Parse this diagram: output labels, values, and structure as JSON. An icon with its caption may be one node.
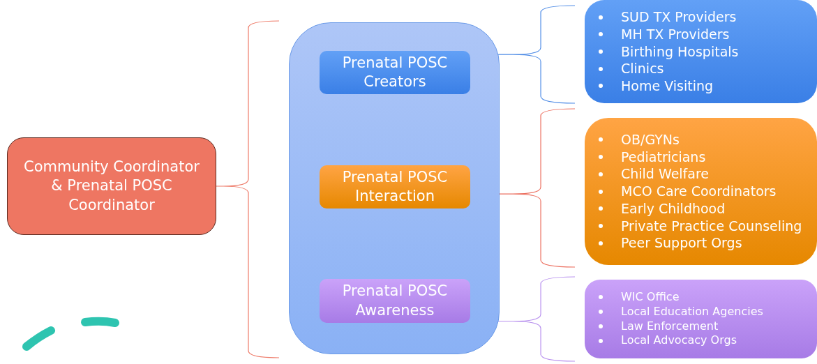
{
  "diagram": {
    "nodes": [
      {
        "text": [
          "Community Coordinator & Prenatal POSC Coordinator"
        ]
      },
      {
        "text": [],
        "shape": "box"
      },
      {
        "text": [
          "Prenatal POSC Creators"
        ],
        "in": 1
      },
      {
        "text": [
          "Prenatal POSC Interaction"
        ],
        "in": 1
      },
      {
        "text": [
          "Prenatal POSC Awareness"
        ],
        "in": 1
      },
      {
        "text": [
          "SUD TX Providers",
          "MH TX Providers",
          "Birthing Hospitals",
          "Clinics",
          "Home Visiting"
        ]
      },
      {
        "text": [
          "OB/GYNs",
          "Pediatricians",
          "Child Welfare",
          "MCO Care Coordinators",
          "Early Childhood",
          "Private Practice Counseling",
          "Peer Support Orgs"
        ]
      },
      {
        "text": [
          "WIC Office",
          "Local Education Agencies",
          "Law Enforcement",
          "Local Advocacy Orgs"
        ]
      }
    ],
    "edges": [
      {
        "from": 0,
        "to": 1,
        "arrow": "none",
        "color": "#ee7a68"
      },
      {
        "from": 2,
        "to": 5,
        "arrow": "none",
        "color": "#4f8ce6"
      },
      {
        "from": 3,
        "to": 6,
        "arrow": "none",
        "color": "#ec6f5f"
      },
      {
        "from": 4,
        "to": 7,
        "arrow": "none",
        "color": "#b891ee"
      }
    ]
  }
}
